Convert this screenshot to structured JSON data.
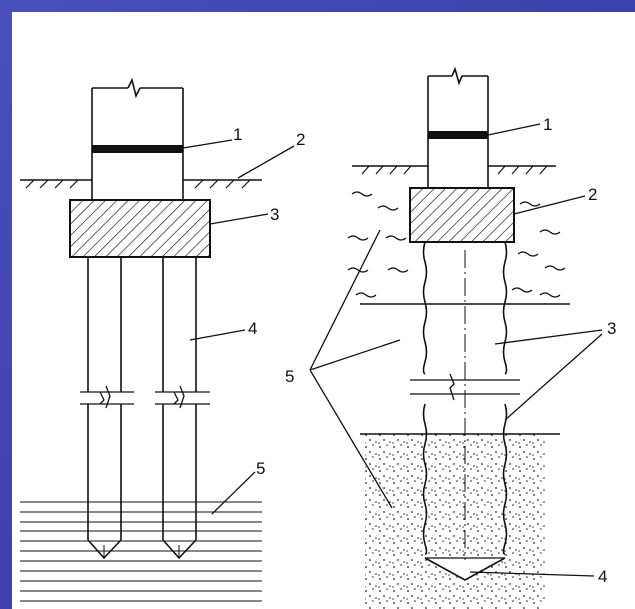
{
  "left_diagram": {
    "labels": [
      "1",
      "2",
      "3",
      "4",
      "5"
    ]
  },
  "right_diagram": {
    "labels": [
      "1",
      "2",
      "3",
      "4",
      "5"
    ]
  },
  "colors": {
    "frame": "#3b3fa8",
    "background": "#ffffff",
    "ink": "#111111"
  }
}
